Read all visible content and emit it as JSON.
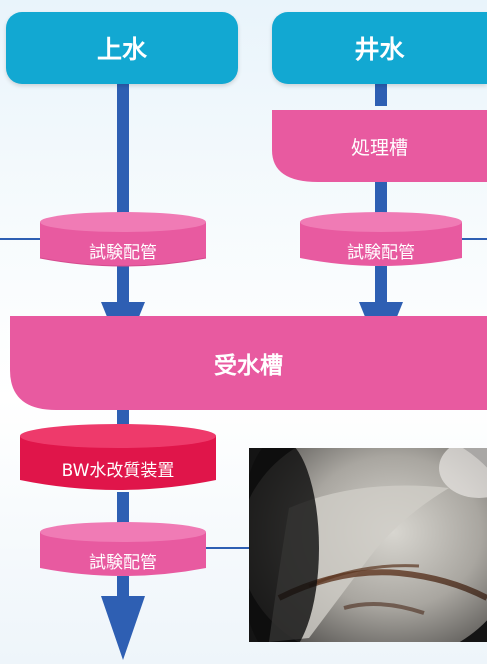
{
  "sources": {
    "tap_water": "上水",
    "well_water": "井水"
  },
  "treatment_tank": "処理槽",
  "test_pipe_label": "試験配管",
  "receiving_tank": "受水槽",
  "bw_device": "BW水改質装置",
  "colors": {
    "source_blue": "#12a8d2",
    "pipe_blue": "#2e5fb3",
    "tank_pink": "#e85aa0",
    "device_red": "#e0154a"
  },
  "photo": {
    "subject": "inside of a rusted pipe"
  }
}
